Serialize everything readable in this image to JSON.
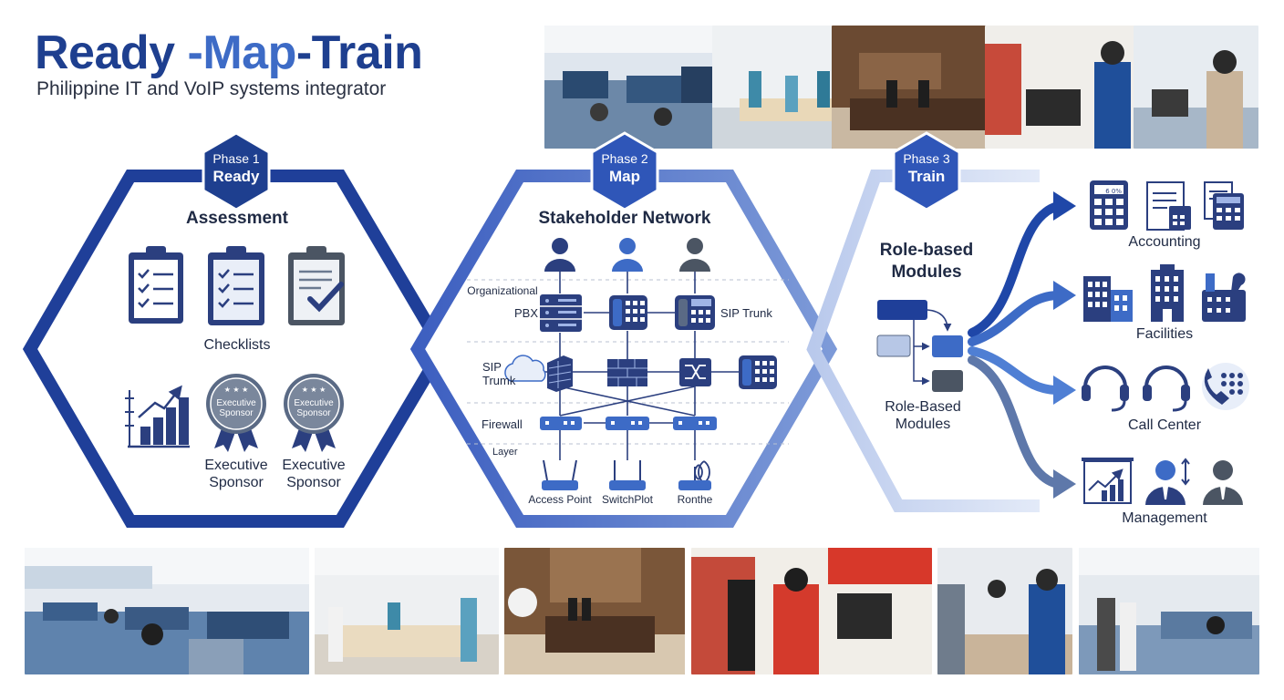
{
  "header": {
    "title_part1": "Ready",
    "title_part2": " -Map",
    "title_part3": "-Train",
    "subtitle": "Philippine IT and VoIP systems integrator"
  },
  "phases": [
    {
      "label": "Phase 1",
      "name": "Ready"
    },
    {
      "label": "Phase 2",
      "name": "Map"
    },
    {
      "label": "Phase 3",
      "name": "Train"
    }
  ],
  "ready": {
    "heading": "Assessment",
    "checklists_label": "Checklists",
    "badge_text_line1": "Executive",
    "badge_text_line2": "Sponsor",
    "sponsor_labels": [
      {
        "line1": "Executive",
        "line2": "Sponsor"
      },
      {
        "line1": "Executive",
        "line2": "Sponsor"
      }
    ]
  },
  "map": {
    "heading": "Stakeholder Network",
    "layer_labels": {
      "organizational": "Organizational",
      "pbx": "PBX",
      "sip_trunk_right": "SIP Trunk",
      "sip_left_line1": "SIP",
      "sip_left_line2": "Trumk",
      "firewall": "Firewall",
      "layer": "Layer"
    },
    "devices": [
      "Access Point",
      "SwitchPlot",
      "Ronthe"
    ]
  },
  "train": {
    "heading_line1": "Role-based",
    "heading_line2": "Modules",
    "sub_line1": "Role-Based",
    "sub_line2": "Modules",
    "departments": [
      "Accounting",
      "Facilities",
      "Call Center",
      "Management"
    ],
    "calculator_display": "6 0%"
  },
  "colors": {
    "navy": "#1e3f8f",
    "blue": "#3d6bc6",
    "light_blue": "#a9bfe8",
    "icon_navy": "#2b3f7f"
  }
}
